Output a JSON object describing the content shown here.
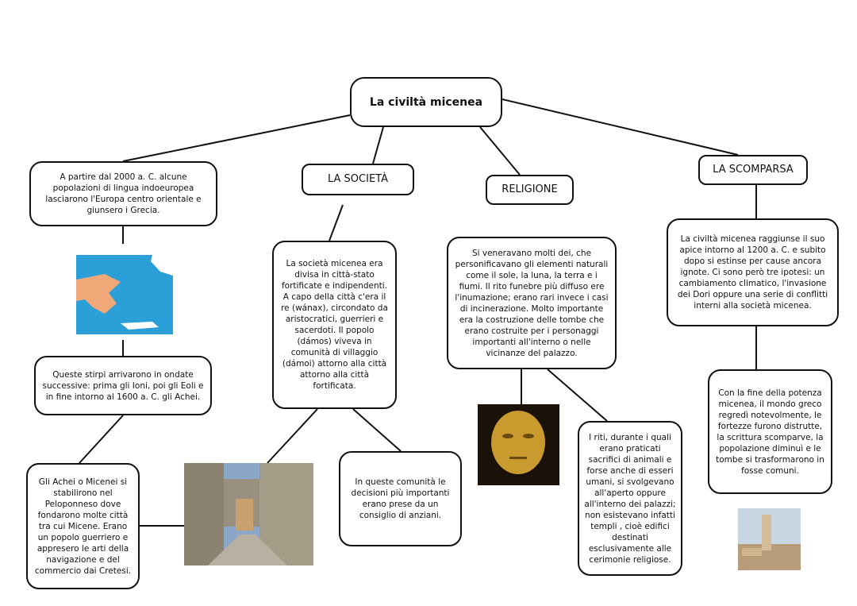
{
  "title": "La civiltà micenea",
  "origins": {
    "intro": "A partire dal 2000 a. C.  alcune popolazioni di lingua indoeuropea lasciarono l'Europa centro orientale e giunsero i Grecia.",
    "waves": "Queste stirpi arrivarono in ondate successive: prima gli Ioni, poi gli Eoli e in fine intorno al 1600 a. C. gli Achei.",
    "achaeans": "Gli Achei o Micenei si stabilirono nel Peloponneso dove fondarono molte città tra cui Micene. Erano un popolo guerriero e appresero le arti della navigazione e del commercio dai Cretesi."
  },
  "society": {
    "label": "LA SOCIETÀ",
    "text": "La società micenea era divisa in città-stato fortificate e indipendenti. A capo della città c'era il re (wánax), circondato da aristocratici, guerrieri e sacerdoti. Il popolo (dámos) viveva in comunità di villaggio (dámoi) attorno alla città attorno alla città fortificata.",
    "council": "In queste comunità le decisioni più importanti erano prese da un consiglio di anziani."
  },
  "religion": {
    "label": "RELIGIONE",
    "text": "Si veneravano molti dei, che personificavano gli elementi naturali come il sole, la luna, la terra e i fiumi. Il rito funebre più diffuso ere l'inumazione; erano rari invece i casi di incinerazione. Molto importante era la costruzione delle tombe che erano costruite per i personaggi importanti all'interno o nelle vicinanze del palazzo.",
    "rites": "I riti, durante i quali erano praticati sacrifici di animali e forse anche di esseri umani, si svolgevano all'aperto oppure all'interno dei palazzi; non esistevano infatti templi , cioè edifici destinati esclusivamente alle cerimonie religiose."
  },
  "collapse": {
    "label": "LA SCOMPARSA",
    "text": "La civiltà micenea raggiunse il suo apice intorno al 1200 a. C.  e subito dopo si estinse per cause ancora ignote. Ci sono però tre ipotesi: un cambiamento climatico, l'invasione dei Dori oppure una serie di conflitti interni alla società micenea.",
    "aftermath": "Con la fine della potenza micenea, il mondo greco regredì notevolmente, le fortezze furono distrutte, la scrittura scomparve, la popolazione diminuì e le tombe si trasformarono in fosse comuni."
  },
  "images": {
    "map": "map-of-greece",
    "gate": "lion-gate-photo",
    "mask": "gold-mask-photo",
    "ruins": "ruins-photo"
  }
}
